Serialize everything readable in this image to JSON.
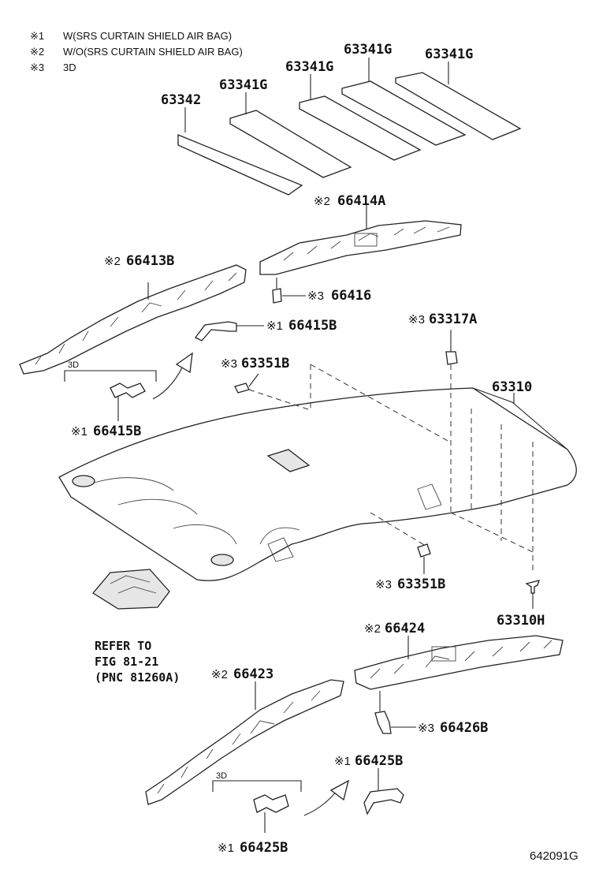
{
  "legend": [
    {
      "mark": "※1",
      "text": "W(SRS CURTAIN SHIELD AIR BAG)"
    },
    {
      "mark": "※2",
      "text": "W/O(SRS CURTAIN SHIELD AIR BAG)"
    },
    {
      "mark": "※3",
      "text": "3D"
    }
  ],
  "labels": {
    "p63342": "63342",
    "p63341g_1": "63341G",
    "p63341g_2": "63341G",
    "p63341g_3": "63341G",
    "p63341g_4": "63341G",
    "p66414a_mark": "※2",
    "p66414a": "66414A",
    "p66413b_mark": "※2",
    "p66413b": "66413B",
    "p66416_mark": "※3",
    "p66416": "66416",
    "p66415b_top_mark": "※1",
    "p66415b_top": "66415B",
    "detail_3d_top": "3D",
    "p66415b_left_mark": "※1",
    "p66415b_left": "66415B",
    "p63351b_top_mark": "※3",
    "p63351b_top": "63351B",
    "p63317a_mark": "※3",
    "p63317a": "63317A",
    "p63310": "63310",
    "p63351b_bot_mark": "※3",
    "p63351b_bot": "63351B",
    "p63310h": "63310H",
    "ref_line1": "REFER TO",
    "ref_line2": "FIG 81-21",
    "ref_line3": "(PNC 81260A)",
    "p66424_mark": "※2",
    "p66424": "66424",
    "p66423_mark": "※2",
    "p66423": "66423",
    "p66426b_mark": "※3",
    "p66426b": "66426B",
    "p66425b_right_mark": "※1",
    "p66425b_right": "66425B",
    "detail_3d_bot": "3D",
    "p66425b_bot_mark": "※1",
    "p66425b_bot": "66425B"
  },
  "diagram_id": "642091G"
}
